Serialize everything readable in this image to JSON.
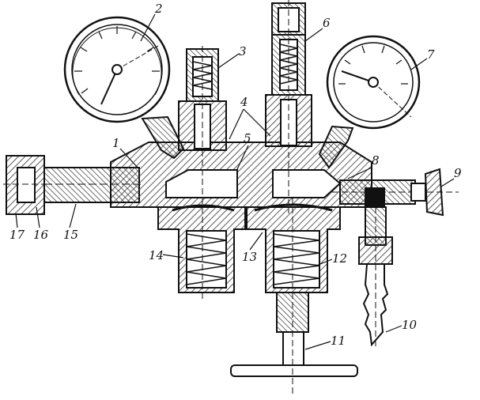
{
  "diagram": {
    "callouts": [
      {
        "id": "1",
        "text": "1"
      },
      {
        "id": "2",
        "text": "2"
      },
      {
        "id": "3",
        "text": "3"
      },
      {
        "id": "4",
        "text": "4"
      },
      {
        "id": "5",
        "text": "5"
      },
      {
        "id": "6",
        "text": "6"
      },
      {
        "id": "7",
        "text": "7"
      },
      {
        "id": "8",
        "text": "8"
      },
      {
        "id": "9",
        "text": "9"
      },
      {
        "id": "10",
        "text": "10"
      },
      {
        "id": "11",
        "text": "11"
      },
      {
        "id": "12",
        "text": "12"
      },
      {
        "id": "13",
        "text": "13"
      },
      {
        "id": "14",
        "text": "14"
      },
      {
        "id": "15",
        "text": "15"
      },
      {
        "id": "16",
        "text": "16"
      },
      {
        "id": "17",
        "text": "17"
      }
    ],
    "colors": {
      "ink": "#111111",
      "hatch": "#333333",
      "paper": "#ffffff"
    }
  }
}
